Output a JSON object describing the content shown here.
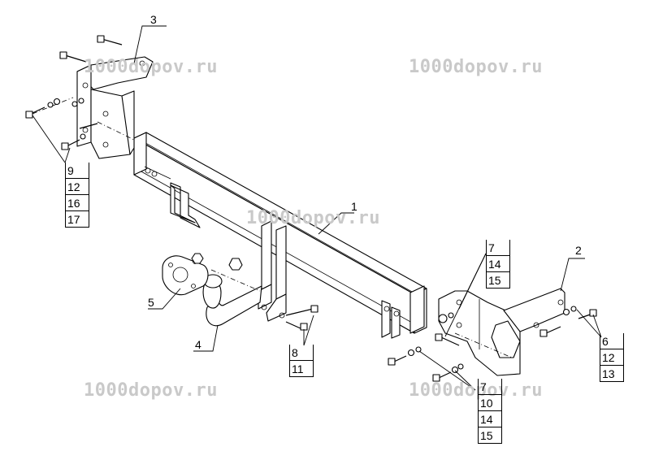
{
  "watermark": {
    "text_top_left": "1000dopov.ru",
    "text_top_right": "1000dopov.ru",
    "text_center": "1000dopov.ru",
    "text_bottom_left": "1000dopov.ru",
    "text_bottom_right": "1000dopov.ru"
  },
  "callouts": {
    "c1": "1",
    "c2": "2",
    "c3": "3",
    "c4": "4",
    "c5": "5"
  },
  "stacks": {
    "left_bracket": [
      "9",
      "12",
      "16",
      "17"
    ],
    "center_bolts": [
      "8",
      "11"
    ],
    "right_upper": [
      "7",
      "14",
      "15"
    ],
    "right_lower": [
      "7",
      "10",
      "14",
      "15"
    ],
    "right_bracket": [
      "6",
      "12",
      "13"
    ]
  }
}
